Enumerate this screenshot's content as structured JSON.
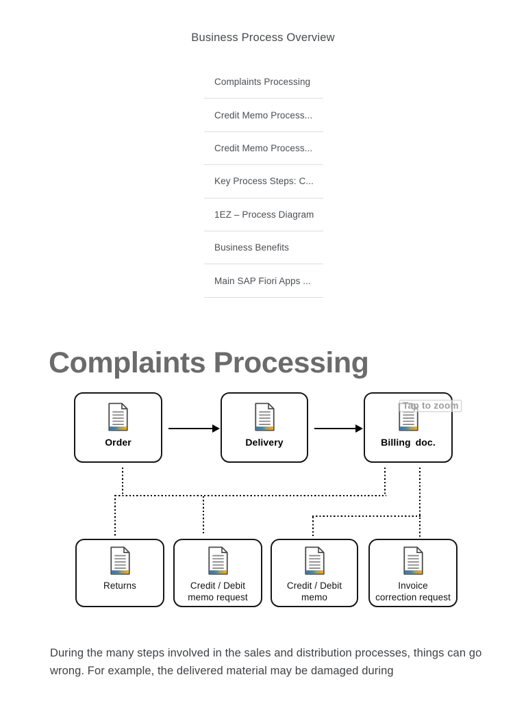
{
  "page": {
    "title": "Business Process Overview"
  },
  "toc": {
    "items": [
      "Complaints Processing",
      "Credit Memo Process...",
      "Credit Memo Process...",
      "Key Process Steps: C...",
      "1EZ – Process Diagram",
      "Business Benefits",
      "Main SAP Fiori Apps ..."
    ]
  },
  "section": {
    "heading": "Complaints Processing"
  },
  "diagram": {
    "zoom_hint": "Tap to zoom",
    "top_nodes": [
      "Order",
      "Delivery",
      "Billing doc."
    ],
    "bottom_nodes": [
      "Returns",
      "Credit / Debit\nmemo request",
      "Credit / Debit\nmemo",
      "Invoice\ncorrection request"
    ],
    "icon": "document-icon",
    "colors": {
      "node_border": "#161616",
      "stripe_blue": "#2b77b7",
      "stripe_sage": "#8ba081",
      "stripe_yellow": "#f0a61e"
    }
  },
  "paragraph": "During the many steps involved in the sales and distribution processes, things can go wrong. For example, the delivered material may be damaged during"
}
